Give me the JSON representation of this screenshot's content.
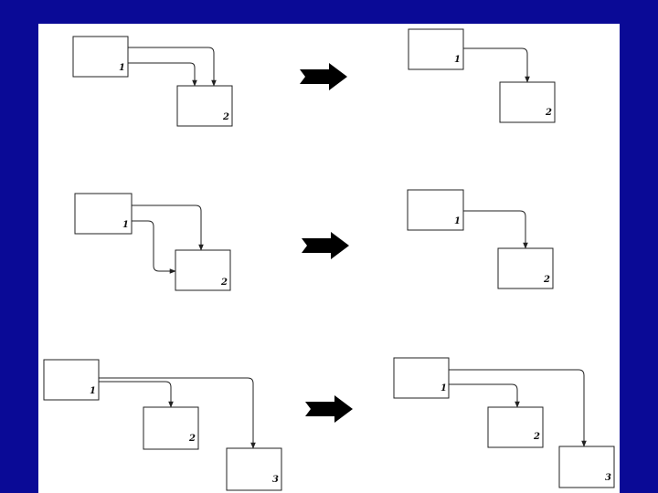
{
  "colors": {
    "frame": "#0a0a96",
    "canvas": "#ffffff",
    "ink": "#222222"
  },
  "labels": {
    "one": "1",
    "two": "2",
    "three": "3"
  },
  "icons": {
    "transform_arrow": "right-thick-arrow-icon",
    "link_arrowhead": "arrowhead-icon"
  },
  "rows": [
    {
      "before": {
        "boxes": [
          "1",
          "2"
        ],
        "links": [
          [
            "1",
            "2"
          ],
          [
            "1",
            "2"
          ]
        ]
      },
      "after": {
        "boxes": [
          "1",
          "2"
        ],
        "links": [
          [
            "1",
            "2"
          ]
        ]
      }
    },
    {
      "before": {
        "boxes": [
          "1",
          "2"
        ],
        "links": [
          [
            "1",
            "2"
          ],
          [
            "1",
            "2"
          ]
        ]
      },
      "after": {
        "boxes": [
          "1",
          "2"
        ],
        "links": [
          [
            "1",
            "2"
          ]
        ]
      }
    },
    {
      "before": {
        "boxes": [
          "1",
          "2",
          "3"
        ],
        "links": [
          [
            "1",
            "2"
          ],
          [
            "1",
            "3"
          ]
        ]
      },
      "after": {
        "boxes": [
          "1",
          "2",
          "3"
        ],
        "links": [
          [
            "1",
            "2"
          ],
          [
            "1",
            "3"
          ]
        ]
      }
    }
  ]
}
